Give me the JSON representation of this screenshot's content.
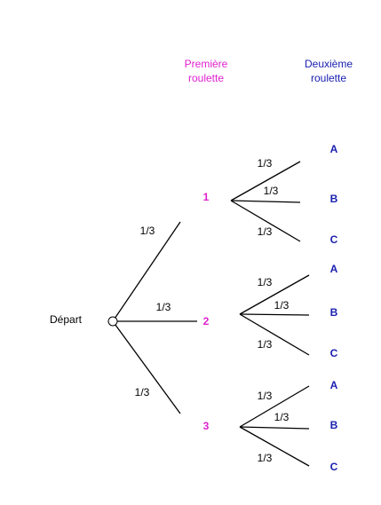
{
  "headers": {
    "first": [
      "Première",
      "roulette"
    ],
    "second": [
      "Deuxième",
      "roulette"
    ]
  },
  "start_label": "Départ",
  "colors": {
    "first_stage": "#e020d0",
    "second_stage": "#1a20b0",
    "line": "#000000",
    "text": "#000000"
  },
  "first_stage": {
    "nodes": [
      "1",
      "2",
      "3"
    ],
    "probabilities": [
      "1/3",
      "1/3",
      "1/3"
    ]
  },
  "second_stage": {
    "outcomes": [
      "A",
      "B",
      "C"
    ],
    "probabilities": [
      "1/3",
      "1/3",
      "1/3"
    ]
  }
}
